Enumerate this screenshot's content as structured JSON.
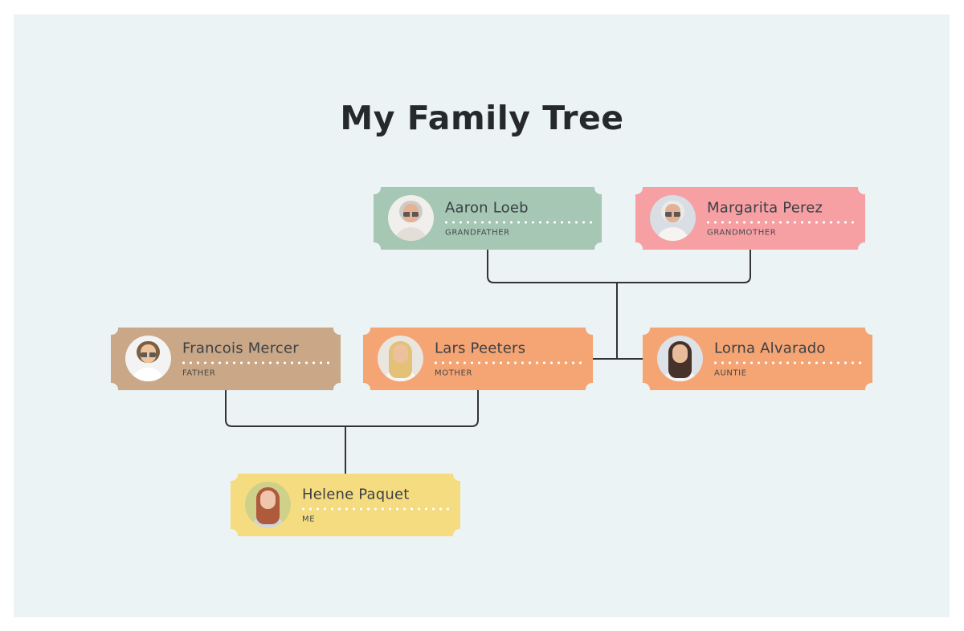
{
  "page": {
    "title": "My Family Tree",
    "background": "#ffffff",
    "canvas_color": "#ebf3f4",
    "connector_color": "#333333",
    "title_color": "#26292c"
  },
  "cards": [
    {
      "id": "grandfather",
      "name": "Aaron Loeb",
      "role": "GRANDFATHER",
      "color": "#a5c7b4",
      "avatar": {
        "bg": "#f1efec",
        "hair": "#cfccc8",
        "skin": "#e6b295",
        "top": "#e3dfd8",
        "glasses": true,
        "hair_style": "short"
      }
    },
    {
      "id": "grandmother",
      "name": "Margarita Perez",
      "role": "GRANDMOTHER",
      "color": "#f7a0a4",
      "avatar": {
        "bg": "#d8dee3",
        "hair": "#eceae7",
        "skin": "#e2b198",
        "top": "#f6f4f1",
        "glasses": true,
        "hair_style": "short"
      }
    },
    {
      "id": "father",
      "name": "Francois Mercer",
      "role": "FATHER",
      "color": "#c9a787",
      "avatar": {
        "bg": "#f3f3f3",
        "hair": "#7d5f40",
        "skin": "#eec49f",
        "top": "#ffffff",
        "glasses": true,
        "hair_style": "short"
      }
    },
    {
      "id": "mother",
      "name": "Lars Peeters",
      "role": "MOTHER",
      "color": "#f5a473",
      "avatar": {
        "bg": "#e9e5df",
        "hair": "#e3c277",
        "skin": "#edc19e",
        "top": "#f8f7f5",
        "glasses": false,
        "hair_style": "long"
      }
    },
    {
      "id": "auntie",
      "name": "Lorna Alvarado",
      "role": "AUNTIE",
      "color": "#f5a473",
      "avatar": {
        "bg": "#dde2e7",
        "hair": "#46312b",
        "skin": "#e9bc9b",
        "top": "#f4f4f4",
        "glasses": false,
        "hair_style": "long"
      }
    },
    {
      "id": "me",
      "name": "Helene Paquet",
      "role": "ME",
      "color": "#f5dc80",
      "avatar": {
        "bg": "#cfd089",
        "hair": "#b05a3c",
        "skin": "#efc5ab",
        "top": "#cdd6df",
        "glasses": false,
        "hair_style": "long"
      }
    }
  ],
  "connections": [
    {
      "parents": [
        "Aaron Loeb",
        "Margarita Perez"
      ],
      "children": [
        "Lars Peeters",
        "Lorna Alvarado"
      ]
    },
    {
      "parents": [
        "Francois Mercer",
        "Lars Peeters"
      ],
      "children": [
        "Helene Paquet"
      ]
    }
  ]
}
